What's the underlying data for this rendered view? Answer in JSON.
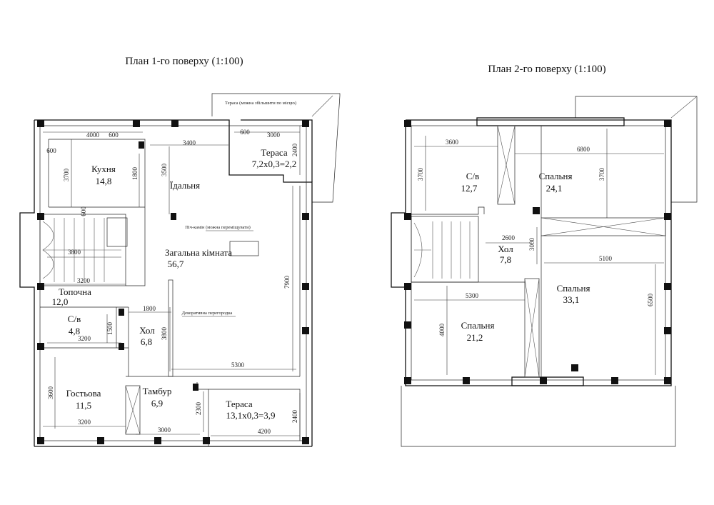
{
  "plan1": {
    "title": "План 1-го поверху (1:100)",
    "rooms": [
      {
        "name": "Кухня",
        "area": "14,8"
      },
      {
        "name": "Їдальня",
        "area": ""
      },
      {
        "name": "Тераса",
        "area": "7,2х0,3=2,2"
      },
      {
        "name": "Загальна кімната",
        "area": "56,7"
      },
      {
        "name": "Топочна",
        "area": "12,0"
      },
      {
        "name": "С/в",
        "area": "4,8"
      },
      {
        "name": "Хол",
        "area": "6,8"
      },
      {
        "name": "Гостьова",
        "area": "11,5"
      },
      {
        "name": "Тамбур",
        "area": "6,9"
      },
      {
        "name": "Тераса",
        "area": "13,1х0,3=3,9"
      }
    ],
    "notes": {
      "terrace": "Тераса (можна збільшити по місцю)",
      "fireplace": "Піч-камін (можна переміщувати)",
      "partition": "Декоративна перегородка"
    },
    "dims": [
      "4000",
      "600",
      "600",
      "3000",
      "2400",
      "3400",
      "3700",
      "1800",
      "3500",
      "600",
      "600",
      "3800",
      "3200",
      "1800",
      "1500",
      "3200",
      "3800",
      "7900",
      "5300",
      "3600",
      "3200",
      "3000",
      "2300",
      "2400",
      "4200"
    ]
  },
  "plan2": {
    "title": "План 2-го поверху (1:100)",
    "rooms": [
      {
        "name": "С/в",
        "area": "12,7"
      },
      {
        "name": "Спальня",
        "area": "24,1"
      },
      {
        "name": "Хол",
        "area": "7,8"
      },
      {
        "name": "Спальня",
        "area": "33,1"
      },
      {
        "name": "Спальня",
        "area": "21,2"
      }
    ],
    "dims": [
      "3600",
      "6800",
      "3700",
      "3700",
      "2600",
      "3000",
      "5100",
      "5300",
      "6500",
      "4000"
    ]
  }
}
